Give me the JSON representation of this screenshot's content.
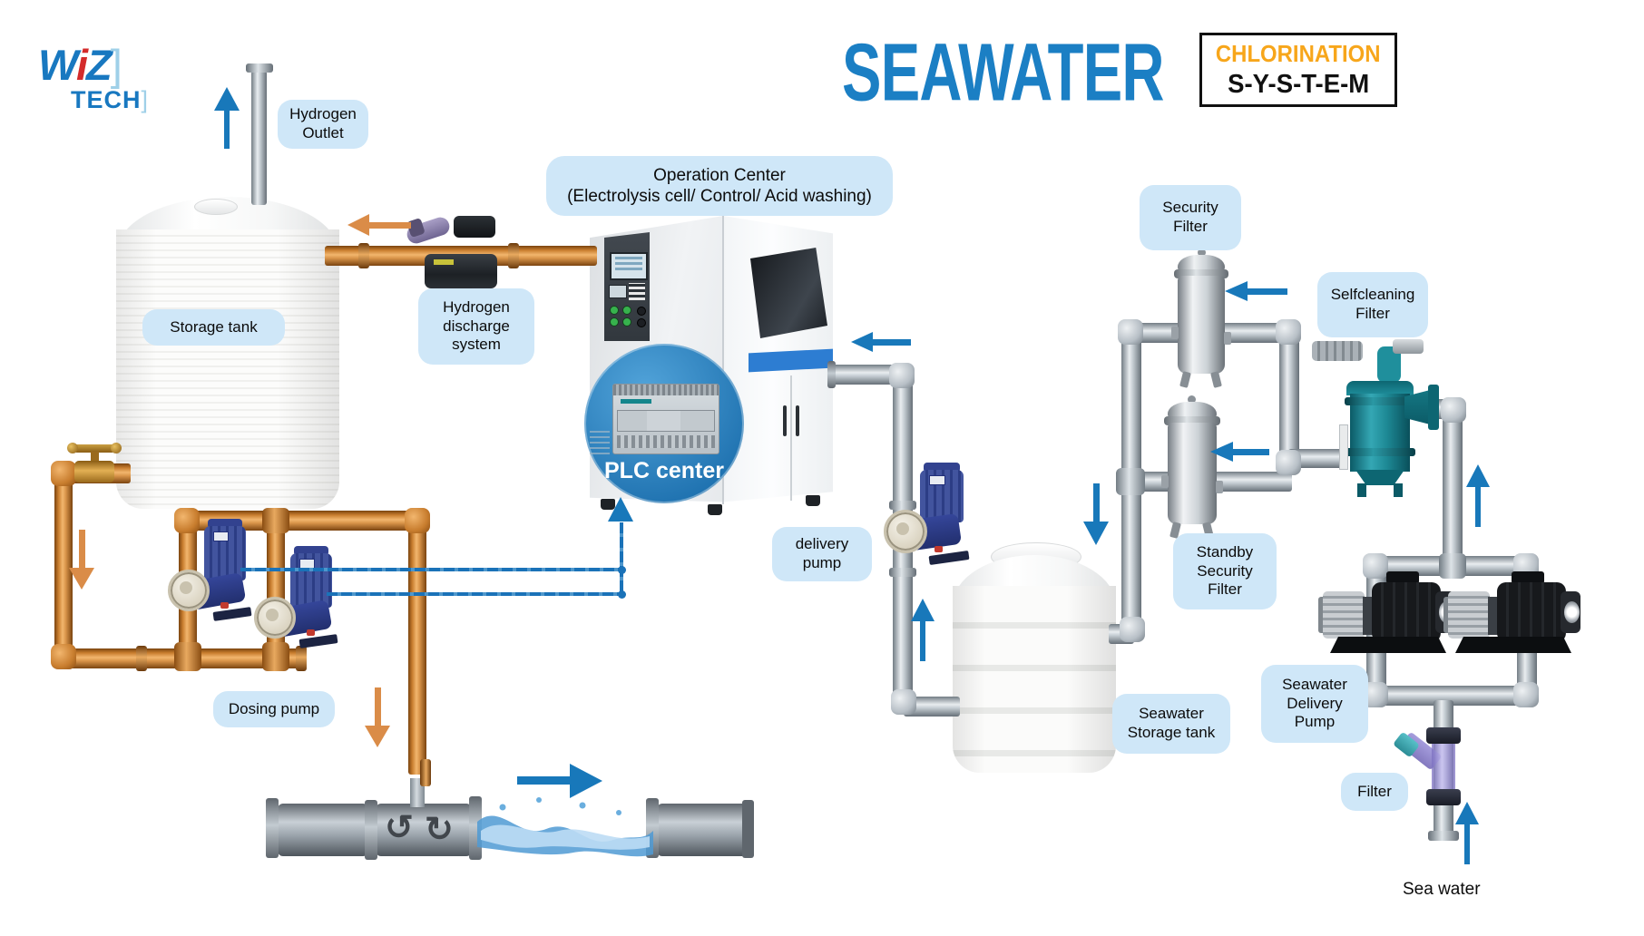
{
  "logo": {
    "w": "W",
    "i": "i",
    "z": "Z",
    "bracket": "]",
    "tech": "TECH"
  },
  "title": {
    "main": "SEAWATER",
    "box_line1": "CHLORINATION",
    "box_line2": "S-Y-S-T-E-M"
  },
  "labels": {
    "hydrogen_outlet": {
      "lines": [
        "Hydrogen",
        "Outlet"
      ]
    },
    "operation_center": {
      "lines": [
        "Operation Center",
        "(Electrolysis cell/ Control/ Acid washing)"
      ]
    },
    "storage_tank": {
      "lines": [
        "Storage tank"
      ]
    },
    "hydrogen_discharge": {
      "lines": [
        "Hydrogen",
        "discharge",
        "system"
      ]
    },
    "plc_center": {
      "lines": [
        "PLC center"
      ]
    },
    "delivery_pump": {
      "lines": [
        "delivery",
        "pump"
      ]
    },
    "dosing_pump": {
      "lines": [
        "Dosing pump"
      ]
    },
    "security_filter": {
      "lines": [
        "Security",
        "Filter"
      ]
    },
    "selfcleaning_filter": {
      "lines": [
        "Selfcleaning",
        "Filter"
      ]
    },
    "standby_security_filter": {
      "lines": [
        "Standby",
        "Security",
        "Filter"
      ]
    },
    "seawater_storage_tank": {
      "lines": [
        "Seawater",
        "Storage tank"
      ]
    },
    "seawater_delivery_pump": {
      "lines": [
        "Seawater",
        "Delivery",
        "Pump"
      ]
    },
    "filter": {
      "lines": [
        "Filter"
      ]
    },
    "sea_water": {
      "lines": [
        "Sea water"
      ]
    }
  },
  "colors": {
    "title_blue": "#1b7fc4",
    "chlorination_orange": "#f7a61b",
    "label_bubble_bg": "#cfe7f8",
    "flow_arrow_blue": "#1878ba",
    "flow_arrow_orange": "#da8c48",
    "copper_pipe": "#c87d2e",
    "gray_pipe": "#aeb6bd",
    "plc_circle_blue": "#2a86c8",
    "machine_stripe_blue": "#2d7dd2",
    "selfcleaning_teal": "#1f8f9c",
    "control_line_blue": "#1a72b8"
  }
}
